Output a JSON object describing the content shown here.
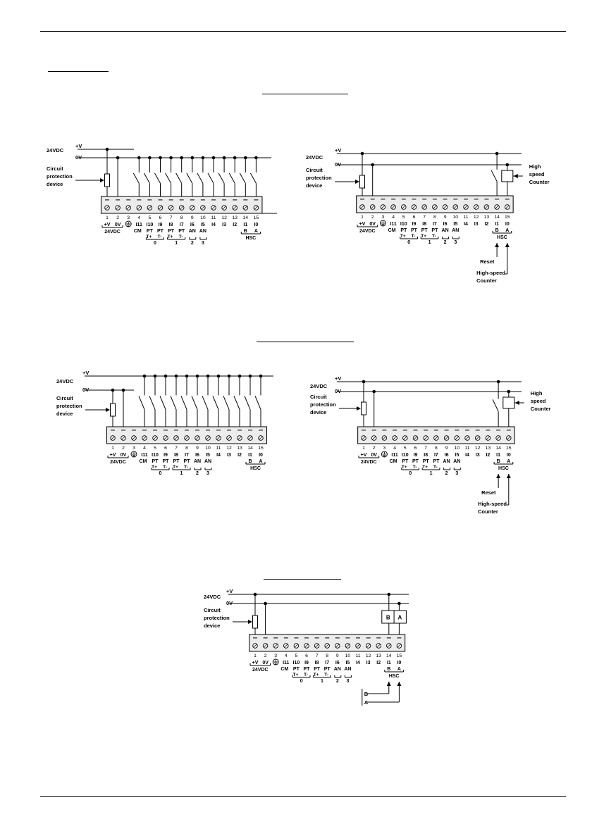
{
  "page": {
    "heading": "",
    "captions": [
      "",
      "",
      ""
    ]
  },
  "terminal_numbers": [
    "1",
    "2",
    "3",
    "4",
    "5",
    "6",
    "7",
    "8",
    "9",
    "10",
    "11",
    "12",
    "13",
    "14",
    "15"
  ],
  "labels": {
    "row1": [
      "+V",
      "0V",
      "",
      "I11",
      "I10",
      "I9",
      "I8",
      "I7",
      "I6",
      "I5",
      "I4",
      "I3",
      "I2",
      "I1",
      "I0"
    ],
    "cm": "CM",
    "pt_row": [
      "PT",
      "PT",
      "PT",
      "PT",
      "AN",
      "AN"
    ],
    "tplus": "T+",
    "tminus": "T-",
    "group_numbers": [
      "0",
      "1",
      "2",
      "3"
    ],
    "supply": "24VDC",
    "hsc": "HSC",
    "b": "B",
    "a": "A"
  },
  "power": {
    "plus": "+V",
    "zero": "0V",
    "supply": "24VDC"
  },
  "notes": {
    "circuit": "Circuit",
    "protection": "protection",
    "device": "device",
    "high": "High",
    "speed": "speed",
    "counter": "Counter",
    "reset": "Reset",
    "high_speed": "High-speed",
    "counter2": "Counter"
  },
  "encoder": {
    "b": "B",
    "a": "A"
  },
  "colors": {
    "ink": "#000000",
    "panel": "#ececec"
  }
}
